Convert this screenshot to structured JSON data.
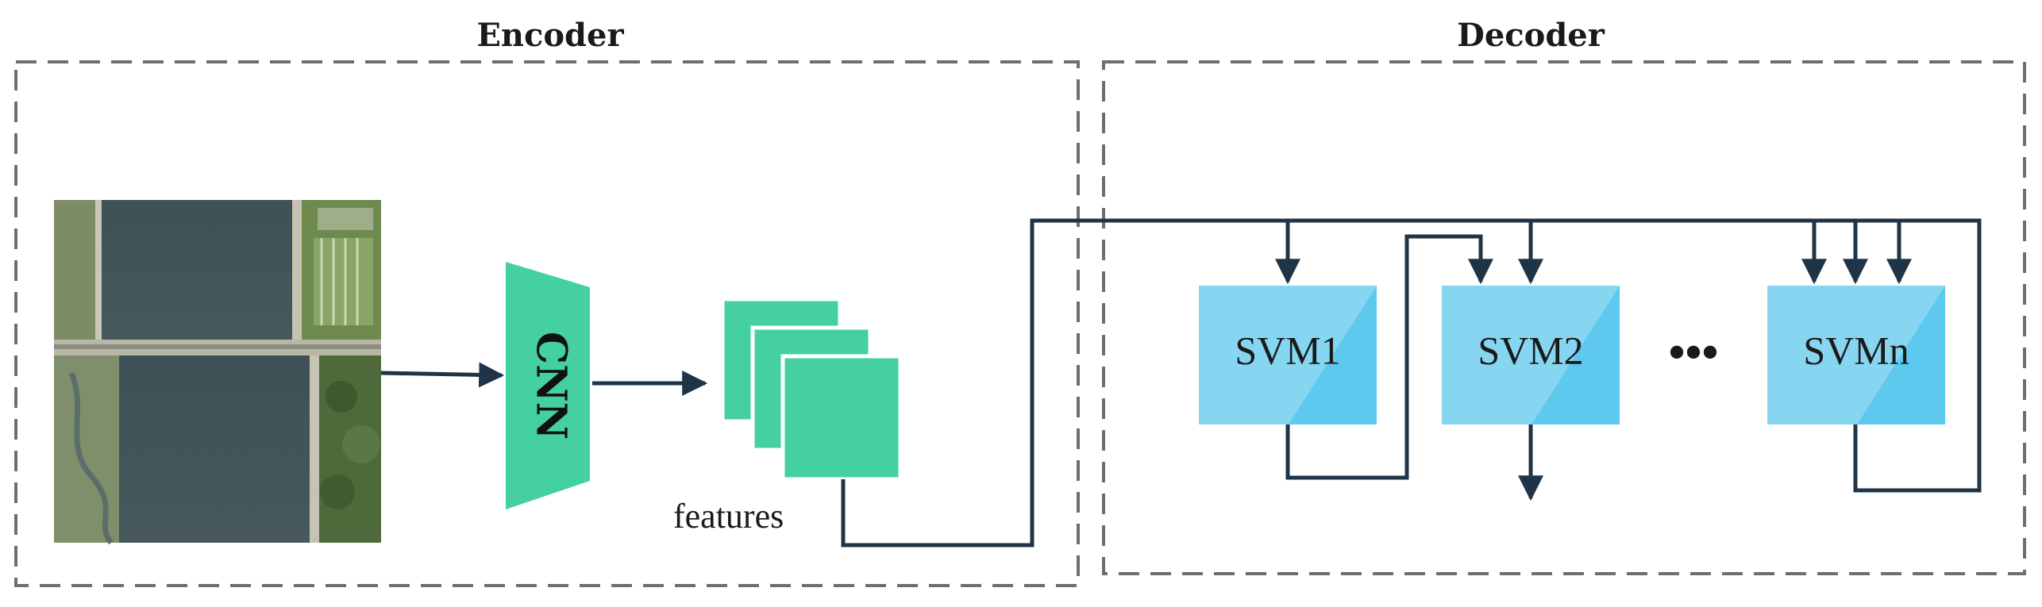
{
  "encoder": {
    "title": "Encoder",
    "cnn_label": "CNN",
    "features_label": "features",
    "input_image": "aerial-satellite-image"
  },
  "decoder": {
    "title": "Decoder",
    "classifiers": [
      "SVM1",
      "SVM2",
      "SVMn"
    ],
    "ellipsis": "•••"
  },
  "colors": {
    "cnn": "#45d0a0",
    "features": "#45d0a0",
    "svm_light": "#86d6f2",
    "svm_dark": "#5ec9ef",
    "arrows": "#1f3547",
    "dashed_border": "#6e6e6e"
  }
}
